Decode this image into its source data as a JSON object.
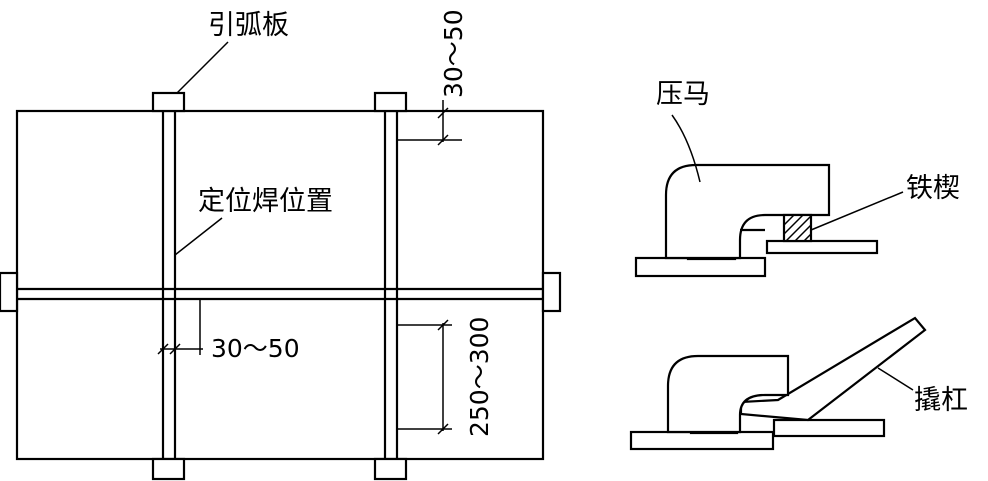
{
  "labels": {
    "arc_plate": "引弧板",
    "tack_weld_position": "定位焊位置",
    "clamp": "压马",
    "iron_wedge": "铁楔",
    "crowbar": "撬杠"
  },
  "dimensions": {
    "top_edge_gap": "30～50",
    "vertical_weld_gap": "30～50",
    "tack_weld_spacing": "250～300"
  }
}
